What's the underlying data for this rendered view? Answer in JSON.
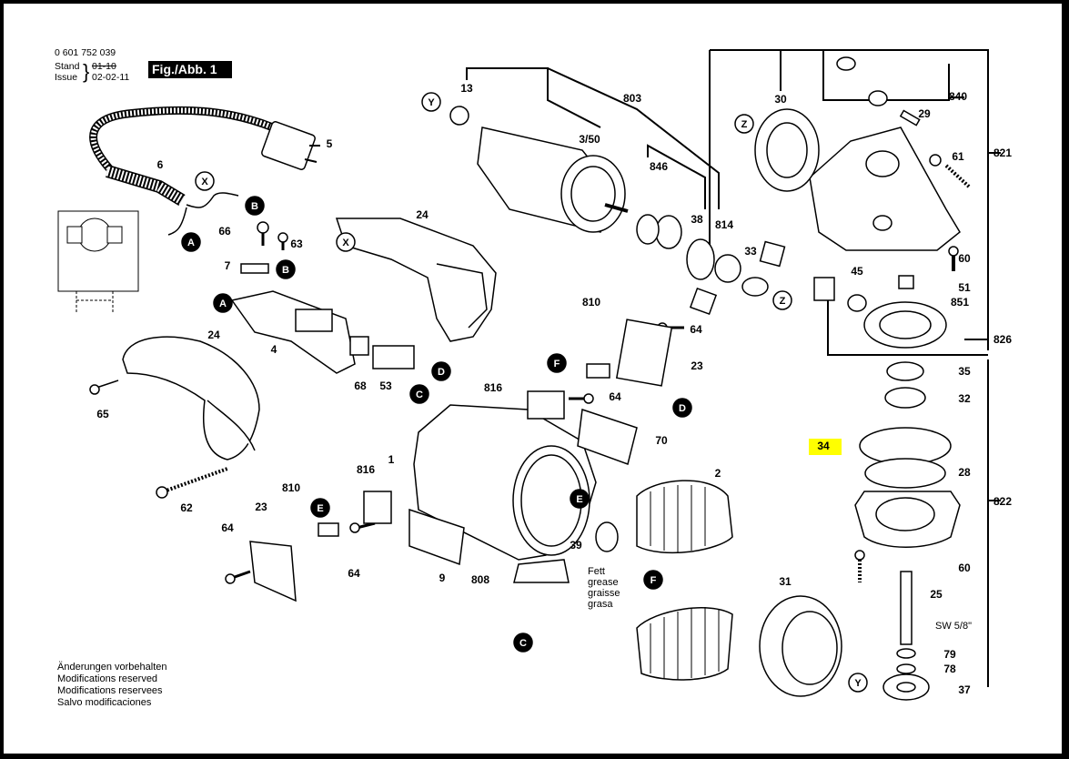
{
  "header": {
    "part_number": "0 601 752 039",
    "stand_label": "Stand",
    "stand_value": "01-10",
    "issue_label": "Issue",
    "issue_value": "02-02-11",
    "figure_badge": "Fig./Abb. 1"
  },
  "notes": [
    "Änderungen vorbehalten",
    "Modifications reserved",
    "Modifications reservees",
    "Salvo modificaciones"
  ],
  "highlight_color": "#ffff00",
  "callouts": [
    "1",
    "2",
    "3/50",
    "4",
    "5",
    "6",
    "7",
    "9",
    "13",
    "23",
    "23",
    "24",
    "24",
    "25",
    "28",
    "29",
    "30",
    "31",
    "32",
    "33",
    "34",
    "35",
    "37",
    "38",
    "39",
    "45",
    "51",
    "53",
    "60",
    "60",
    "61",
    "62",
    "63",
    "64",
    "64",
    "64",
    "64",
    "65",
    "66",
    "68",
    "70",
    "78",
    "79",
    "803",
    "808",
    "810",
    "810",
    "814",
    "816",
    "816",
    "821",
    "822",
    "826",
    "840",
    "846",
    "851"
  ],
  "callout_34_highlighted": true,
  "connector_markers": [
    "A",
    "A",
    "B",
    "B",
    "C",
    "C",
    "D",
    "D",
    "E",
    "E",
    "F",
    "F",
    "X",
    "X",
    "Y",
    "Y",
    "Z",
    "Z"
  ],
  "misc_labels": {
    "fett_grease": [
      "Fett",
      "grease",
      "graisse",
      "grasa"
    ],
    "sw_label": "SW 5/8\""
  }
}
